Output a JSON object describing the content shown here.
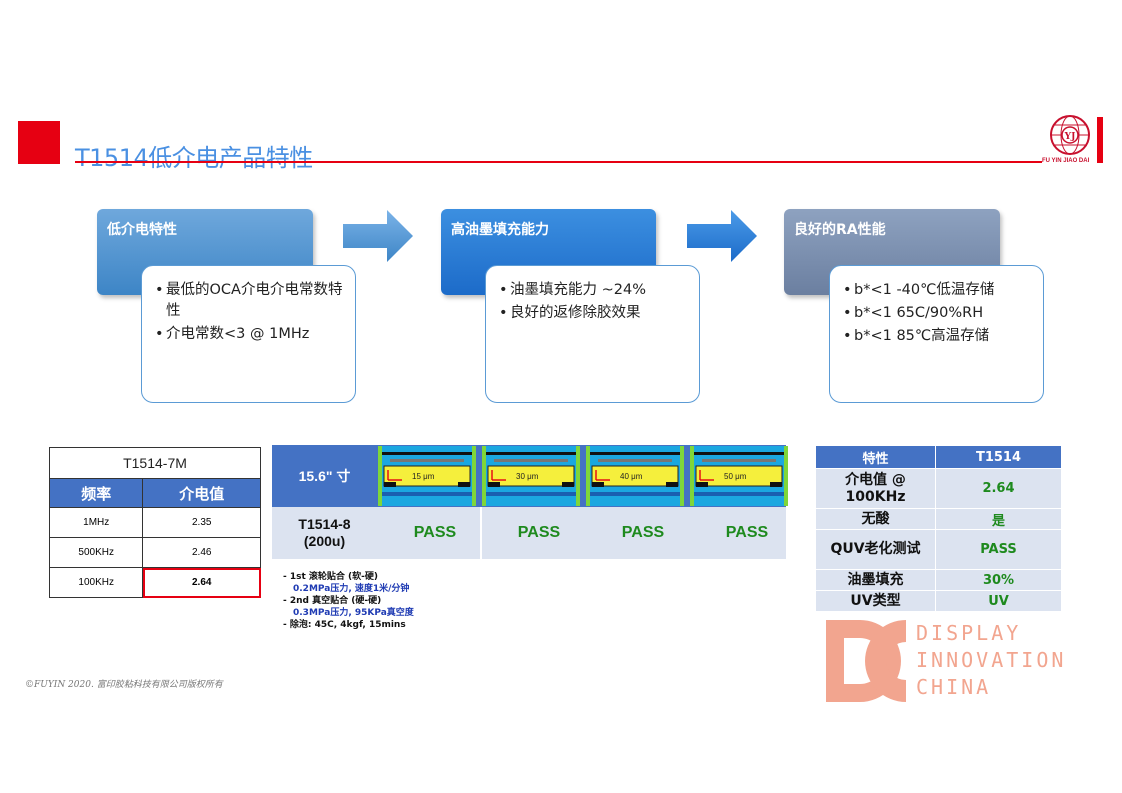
{
  "header": {
    "title": "T1514低介电产品特性",
    "logo_text": "FU YIN JIAO DAI"
  },
  "colors": {
    "accent_red": "#e60012",
    "blue": "#4472c4",
    "pass_green": "#1e8a1e"
  },
  "features": [
    {
      "title": "低介电特性",
      "bullets": [
        "最低的OCA介电介电常数特性",
        "介电常数<3 @ 1MHz"
      ]
    },
    {
      "title": "高油墨填充能力",
      "bullets": [
        "油墨填充能力 ~24%",
        "良好的返修除胶效果"
      ]
    },
    {
      "title": "良好的RA性能",
      "bullets": [
        "b*<1 -40℃低温存储",
        "b*<1 65C/90%RH",
        "b*<1 85℃高温存储"
      ]
    }
  ],
  "dielectric_table": {
    "caption": "T1514-7M",
    "headers": [
      "频率",
      "介电值"
    ],
    "rows": [
      {
        "freq": "1MHz",
        "value": "2.35"
      },
      {
        "freq": "500KHz",
        "value": "2.46"
      },
      {
        "freq": "100KHz",
        "value": "2.64"
      }
    ]
  },
  "fill_test": {
    "size_label": "15.6\" 寸",
    "sample": [
      "T1514-8",
      "(200u)"
    ],
    "steps": [
      "15 μm",
      "30 μm",
      "40 μm",
      "50 μm"
    ],
    "results": [
      "PASS",
      "PASS",
      "PASS",
      "PASS"
    ]
  },
  "notes": {
    "line1": "- 1st 滚轮贴合 (软-硬)",
    "line2": "0.2MPa压力, 速度1米/分钟",
    "line3": "-  2nd 真空贴合 (硬-硬)",
    "line4": "0.3MPa压力, 95KPa真空度",
    "line5": "- 除泡: 45C, 4kgf, 15mins"
  },
  "properties_table": {
    "headers": [
      "特性",
      "T1514"
    ],
    "rows": [
      {
        "k": "介电值 @ 100KHz",
        "v": "2.64"
      },
      {
        "k": "无酸",
        "v": "是"
      },
      {
        "k": "QUV老化测试",
        "v": "PASS"
      },
      {
        "k": "油墨填充",
        "v": "30%"
      },
      {
        "k": "UV类型",
        "v": "UV"
      }
    ]
  },
  "watermark": {
    "line1": "DISPLAY",
    "line2": "INNOVATION",
    "line3": "CHINA"
  },
  "footer": "©FUYIN 2020. 富印胶粘科技有限公司版权所有"
}
